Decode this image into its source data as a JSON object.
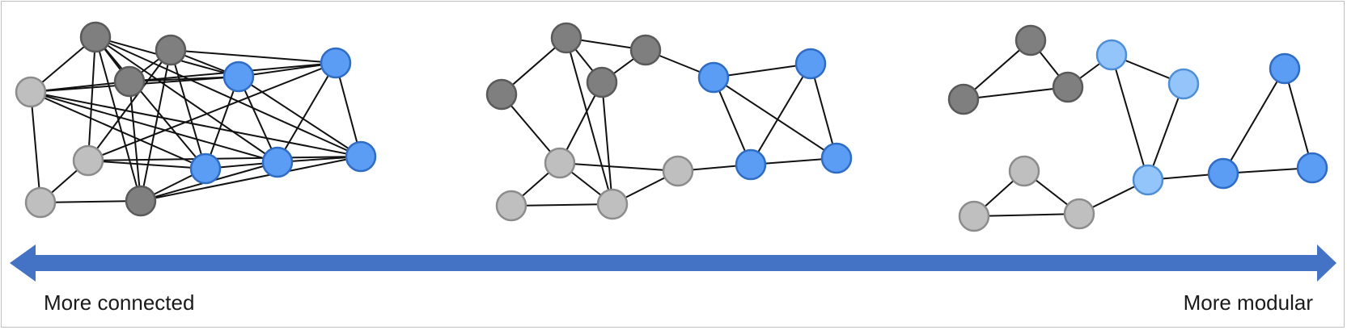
{
  "colors": {
    "dark_gray": "#7f7f7f",
    "light_gray": "#bfbfbf",
    "blue": "#5b9cf4",
    "light_blue": "#93c4fa",
    "arrow": "#4472c4",
    "edge": "#111111"
  },
  "arrow": {
    "direction": "bidirectional",
    "left_label": "More connected",
    "right_label": "More modular"
  },
  "networks": [
    {
      "name": "network-connected",
      "nodes": [
        {
          "id": "a1",
          "color": "dark_gray"
        },
        {
          "id": "a2",
          "color": "dark_gray"
        },
        {
          "id": "a3",
          "color": "dark_gray"
        },
        {
          "id": "a4",
          "color": "light_gray"
        },
        {
          "id": "a5",
          "color": "light_gray"
        },
        {
          "id": "a6",
          "color": "light_gray"
        },
        {
          "id": "a7",
          "color": "dark_gray"
        },
        {
          "id": "a8",
          "color": "blue"
        },
        {
          "id": "a9",
          "color": "blue"
        },
        {
          "id": "a10",
          "color": "blue"
        },
        {
          "id": "a11",
          "color": "blue"
        },
        {
          "id": "a12",
          "color": "blue"
        }
      ],
      "edges": [
        [
          "a1",
          "a4"
        ],
        [
          "a1",
          "a3"
        ],
        [
          "a1",
          "a5"
        ],
        [
          "a1",
          "a7"
        ],
        [
          "a1",
          "a8"
        ],
        [
          "a1",
          "a9"
        ],
        [
          "a1",
          "a10"
        ],
        [
          "a1",
          "a12"
        ],
        [
          "a2",
          "a3"
        ],
        [
          "a2",
          "a7"
        ],
        [
          "a2",
          "a8"
        ],
        [
          "a2",
          "a11"
        ],
        [
          "a2",
          "a9"
        ],
        [
          "a2",
          "a5"
        ],
        [
          "a3",
          "a4"
        ],
        [
          "a3",
          "a7"
        ],
        [
          "a3",
          "a11"
        ],
        [
          "a3",
          "a8"
        ],
        [
          "a4",
          "a6"
        ],
        [
          "a4",
          "a8"
        ],
        [
          "a4",
          "a9"
        ],
        [
          "a4",
          "a10"
        ],
        [
          "a4",
          "a12"
        ],
        [
          "a5",
          "a6"
        ],
        [
          "a5",
          "a9"
        ],
        [
          "a5",
          "a11"
        ],
        [
          "a5",
          "a12"
        ],
        [
          "a6",
          "a7"
        ],
        [
          "a7",
          "a9"
        ],
        [
          "a7",
          "a10"
        ],
        [
          "a7",
          "a12"
        ],
        [
          "a8",
          "a9"
        ],
        [
          "a8",
          "a10"
        ],
        [
          "a8",
          "a11"
        ],
        [
          "a8",
          "a12"
        ],
        [
          "a9",
          "a10"
        ],
        [
          "a10",
          "a11"
        ],
        [
          "a10",
          "a12"
        ],
        [
          "a11",
          "a12"
        ]
      ]
    },
    {
      "name": "network-intermediate",
      "nodes": [
        {
          "id": "b1",
          "color": "dark_gray"
        },
        {
          "id": "b2",
          "color": "dark_gray"
        },
        {
          "id": "b3",
          "color": "dark_gray"
        },
        {
          "id": "b4",
          "color": "dark_gray"
        },
        {
          "id": "b5",
          "color": "light_gray"
        },
        {
          "id": "b6",
          "color": "light_gray"
        },
        {
          "id": "b7",
          "color": "light_gray"
        },
        {
          "id": "b8",
          "color": "light_gray"
        },
        {
          "id": "b9",
          "color": "blue"
        },
        {
          "id": "b10",
          "color": "blue"
        },
        {
          "id": "b11",
          "color": "blue"
        },
        {
          "id": "b12",
          "color": "blue"
        }
      ],
      "edges": [
        [
          "b1",
          "b4"
        ],
        [
          "b1",
          "b2"
        ],
        [
          "b1",
          "b3"
        ],
        [
          "b1",
          "b7"
        ],
        [
          "b2",
          "b3"
        ],
        [
          "b2",
          "b9"
        ],
        [
          "b3",
          "b5"
        ],
        [
          "b3",
          "b7"
        ],
        [
          "b4",
          "b5"
        ],
        [
          "b5",
          "b6"
        ],
        [
          "b5",
          "b7"
        ],
        [
          "b5",
          "b8"
        ],
        [
          "b6",
          "b7"
        ],
        [
          "b7",
          "b8"
        ],
        [
          "b8",
          "b11"
        ],
        [
          "b9",
          "b10"
        ],
        [
          "b9",
          "b11"
        ],
        [
          "b9",
          "b12"
        ],
        [
          "b10",
          "b11"
        ],
        [
          "b10",
          "b12"
        ],
        [
          "b11",
          "b12"
        ]
      ]
    },
    {
      "name": "network-modular",
      "nodes": [
        {
          "id": "c1",
          "color": "dark_gray"
        },
        {
          "id": "c2",
          "color": "dark_gray"
        },
        {
          "id": "c3",
          "color": "dark_gray"
        },
        {
          "id": "c4",
          "color": "light_blue"
        },
        {
          "id": "c5",
          "color": "light_blue"
        },
        {
          "id": "c6",
          "color": "light_blue"
        },
        {
          "id": "c7",
          "color": "light_gray"
        },
        {
          "id": "c8",
          "color": "light_gray"
        },
        {
          "id": "c9",
          "color": "light_gray"
        },
        {
          "id": "c10",
          "color": "blue"
        },
        {
          "id": "c11",
          "color": "blue"
        },
        {
          "id": "c12",
          "color": "blue"
        }
      ],
      "edges": [
        [
          "c1",
          "c2"
        ],
        [
          "c1",
          "c3"
        ],
        [
          "c2",
          "c3"
        ],
        [
          "c3",
          "c4"
        ],
        [
          "c4",
          "c5"
        ],
        [
          "c4",
          "c6"
        ],
        [
          "c5",
          "c6"
        ],
        [
          "c7",
          "c8"
        ],
        [
          "c7",
          "c9"
        ],
        [
          "c8",
          "c9"
        ],
        [
          "c9",
          "c6"
        ],
        [
          "c6",
          "c10"
        ],
        [
          "c10",
          "c11"
        ],
        [
          "c10",
          "c12"
        ],
        [
          "c11",
          "c12"
        ]
      ]
    }
  ]
}
